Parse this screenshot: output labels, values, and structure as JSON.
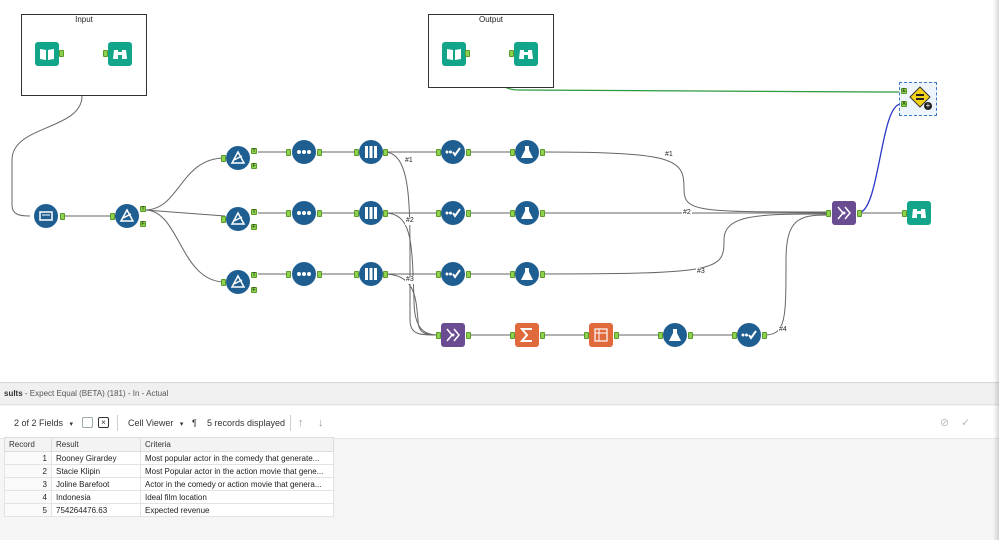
{
  "containers": {
    "input_title": "Input",
    "output_title": "Output"
  },
  "wire_labels": [
    "#1",
    "#2",
    "#3",
    "#1",
    "#2",
    "#3",
    "#4"
  ],
  "anchor_letters": {
    "filter_true": "T",
    "filter_false": "F",
    "expect_e": "E",
    "expect_a": "A"
  },
  "results": {
    "header_prefix": "sults",
    "header_suffix": " - Expect Equal (BETA) (181) - In - Actual",
    "fields_label": "2 of 2 Fields",
    "cell_viewer_label": "Cell Viewer",
    "pilcrow": "¶",
    "records_displayed": "5 records displayed",
    "columns": [
      "Record",
      "Result",
      "Criteria"
    ],
    "rows": [
      {
        "record": "1",
        "result": "Rooney Girardey",
        "criteria": "Most popular actor in the comedy that generate..."
      },
      {
        "record": "2",
        "result": "Stacie Klipin",
        "criteria": "Most Popular actor in the action movie that gene..."
      },
      {
        "record": "3",
        "result": "Joline Barefoot",
        "criteria": "Actor in the comedy or action movie that genera..."
      },
      {
        "record": "4",
        "result": "Indonesia",
        "criteria": "Ideal film location"
      },
      {
        "record": "5",
        "result": "754264476.63",
        "criteria": "Expected revenue"
      }
    ]
  },
  "colors": {
    "tool_blue": "#1f5e91",
    "browse_teal": "#13a58a",
    "transform_orange": "#e06a3c",
    "join_purple": "#6a4c93",
    "anchor_green": "#8fd14f",
    "wire_green": "#2a9a3a",
    "wire_blue": "#2a36c8"
  }
}
